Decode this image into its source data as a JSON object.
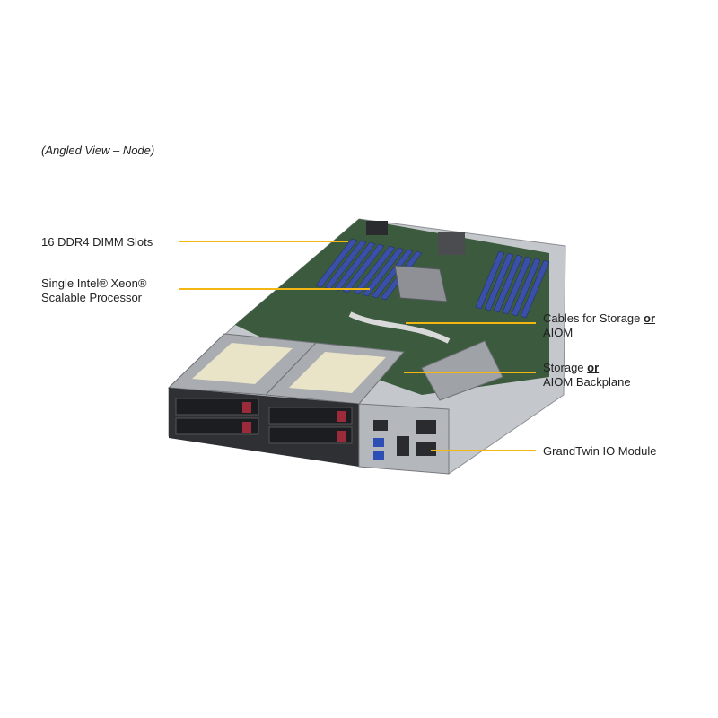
{
  "caption": "(Angled View – Node)",
  "callouts": {
    "dimm": {
      "text": "16 DDR4 DIMM Slots"
    },
    "cpu": {
      "line1": "Single Intel® Xeon®",
      "line2": "Scalable Processor"
    },
    "cables": {
      "line1_pre": "Cables for Storage ",
      "line1_bold": "or",
      "line2": "AIOM"
    },
    "storage": {
      "line1_pre": "Storage ",
      "line1_bold": "or",
      "line2": "AIOM Backplane"
    },
    "io": {
      "text": "GrandTwin IO Module"
    }
  },
  "colors": {
    "leader": "#f2b712",
    "dimm": "#3a4fa8",
    "board": "#3b5a3e",
    "chassis": "#b9bcc0",
    "drive_tab": "#9b2a3a"
  }
}
